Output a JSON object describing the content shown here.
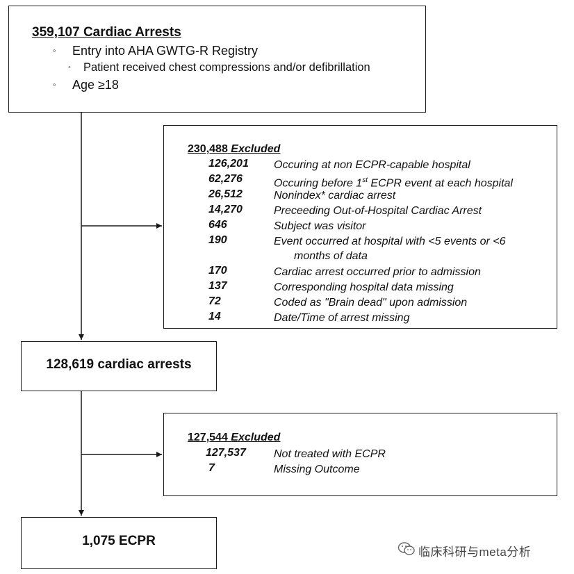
{
  "box1": {
    "title": "359,107 Cardiac Arrests",
    "bullet1": "Entry into AHA GWTG-R Registry",
    "sub_bullet1": "Patient received chest compressions and/or defibrillation",
    "bullet2": "Age ≥18"
  },
  "excluded1": {
    "count": "230,488",
    "label": "Excluded",
    "rows": [
      {
        "count": "126,201",
        "reason": "Occuring at non ECPR-capable hospital"
      },
      {
        "count": "62,276",
        "reason_pre": "Occuring before 1",
        "reason_sup": "st",
        "reason_post": " ECPR event at each hospital"
      },
      {
        "count": "26,512",
        "reason": "Nonindex* cardiac arrest"
      },
      {
        "count": "14,270",
        "reason": "Preceeding Out-of-Hospital Cardiac Arrest"
      },
      {
        "count": "646",
        "reason": "Subject was visitor"
      },
      {
        "count": "190",
        "reason_line1": "Event occurred at hospital with <5 events or <6",
        "reason_line2": "months of data"
      },
      {
        "count": "170",
        "reason": "Cardiac arrest occurred prior to admission"
      },
      {
        "count": "137",
        "reason": "Corresponding hospital data missing"
      },
      {
        "count": "72",
        "reason": "Coded as \"Brain dead\" upon admission"
      },
      {
        "count": "14",
        "reason": "Date/Time of arrest missing"
      }
    ]
  },
  "box3": {
    "label": "128,619 cardiac arrests"
  },
  "excluded2": {
    "count": "127,544",
    "label": "Excluded",
    "rows": [
      {
        "count": "127,537",
        "reason": "Not treated with ECPR"
      },
      {
        "count": "7",
        "reason": "Missing Outcome"
      }
    ]
  },
  "box5": {
    "label": "1,075 ECPR"
  },
  "watermark": {
    "text": "临床科研与meta分析",
    "icon": "wechat-icon"
  },
  "colors": {
    "line": "#1a1a1a",
    "text": "#111111"
  }
}
